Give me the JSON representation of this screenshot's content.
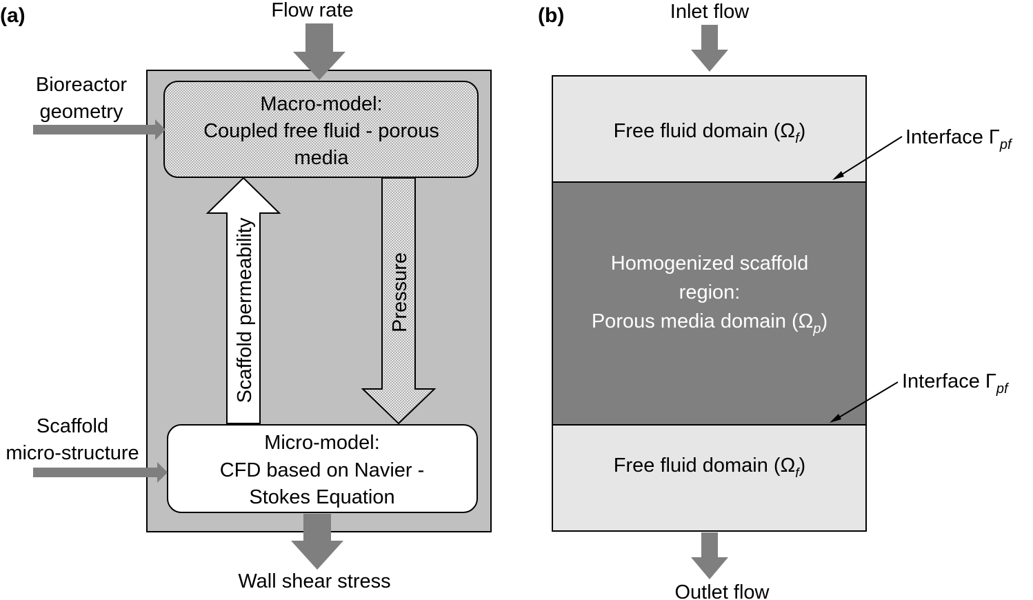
{
  "panel_a": {
    "label": "(a)",
    "flow_rate": "Flow rate",
    "bioreactor_geometry": [
      "Bioreactor",
      "geometry"
    ],
    "macro_model": [
      "Macro-model:",
      "Coupled free fluid - porous",
      "media"
    ],
    "scaffold_permeability": "Scaffold permeability",
    "pressure": "Pressure",
    "scaffold_microstructure": [
      "Scaffold",
      "micro-structure"
    ],
    "micro_model": [
      "Micro-model:",
      "CFD based on Navier -",
      "Stokes Equation"
    ],
    "wall_shear_stress": "Wall shear stress"
  },
  "panel_b": {
    "label": "(b)",
    "inlet_flow": "Inlet flow",
    "free_fluid_top": {
      "text": "Free fluid domain (Ω",
      "sub": "f",
      "close": ")"
    },
    "interface_top": {
      "text": "Interface Γ",
      "sub": "pf"
    },
    "homogenized": [
      "Homogenized scaffold",
      "region:"
    ],
    "porous": {
      "text": "Porous media domain (Ω",
      "sub": "p",
      "close": ")"
    },
    "interface_bottom": {
      "text": "Interface Γ",
      "sub": "pf"
    },
    "free_fluid_bottom": {
      "text": "Free fluid domain (Ω",
      "sub": "f",
      "close": ")"
    },
    "outlet_flow": "Outlet flow"
  },
  "colors": {
    "frame_fill": "#c0c0c0",
    "arrow_gray": "#7f7f7f",
    "porous_fill": "#808080",
    "free_fluid_fill": "#e6e6e6"
  }
}
